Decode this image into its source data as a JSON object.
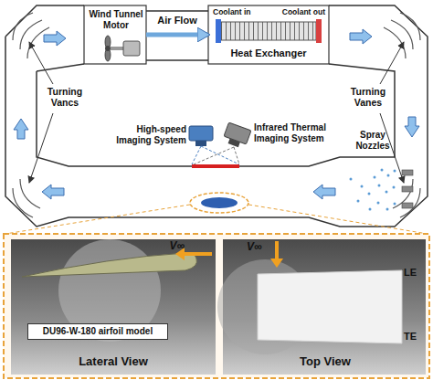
{
  "diagram": {
    "nodes": [
      {
        "text": [
          "Wind Tunnel Motor"
        ]
      },
      {
        "text": [
          "Coolant in",
          "Coolant out",
          "Heat Exchanger"
        ]
      },
      {
        "text": [
          "V∞",
          "Lateral View"
        ]
      },
      {
        "text": [
          "DU96-W-180 airfoil model"
        ],
        "in": 2
      },
      {
        "text": [
          "V∞",
          "LE",
          "TE",
          "Top View"
        ]
      }
    ],
    "edges": [
      {
        "from": 0,
        "to": 1,
        "arrow": "to",
        "label": "Air Flow"
      }
    ],
    "labels": [
      "Turning Vancs",
      "Turning Vanes",
      "High-speed Imaging System",
      "Infrared Thermal Imaging System",
      "Spray Nozzles"
    ]
  }
}
